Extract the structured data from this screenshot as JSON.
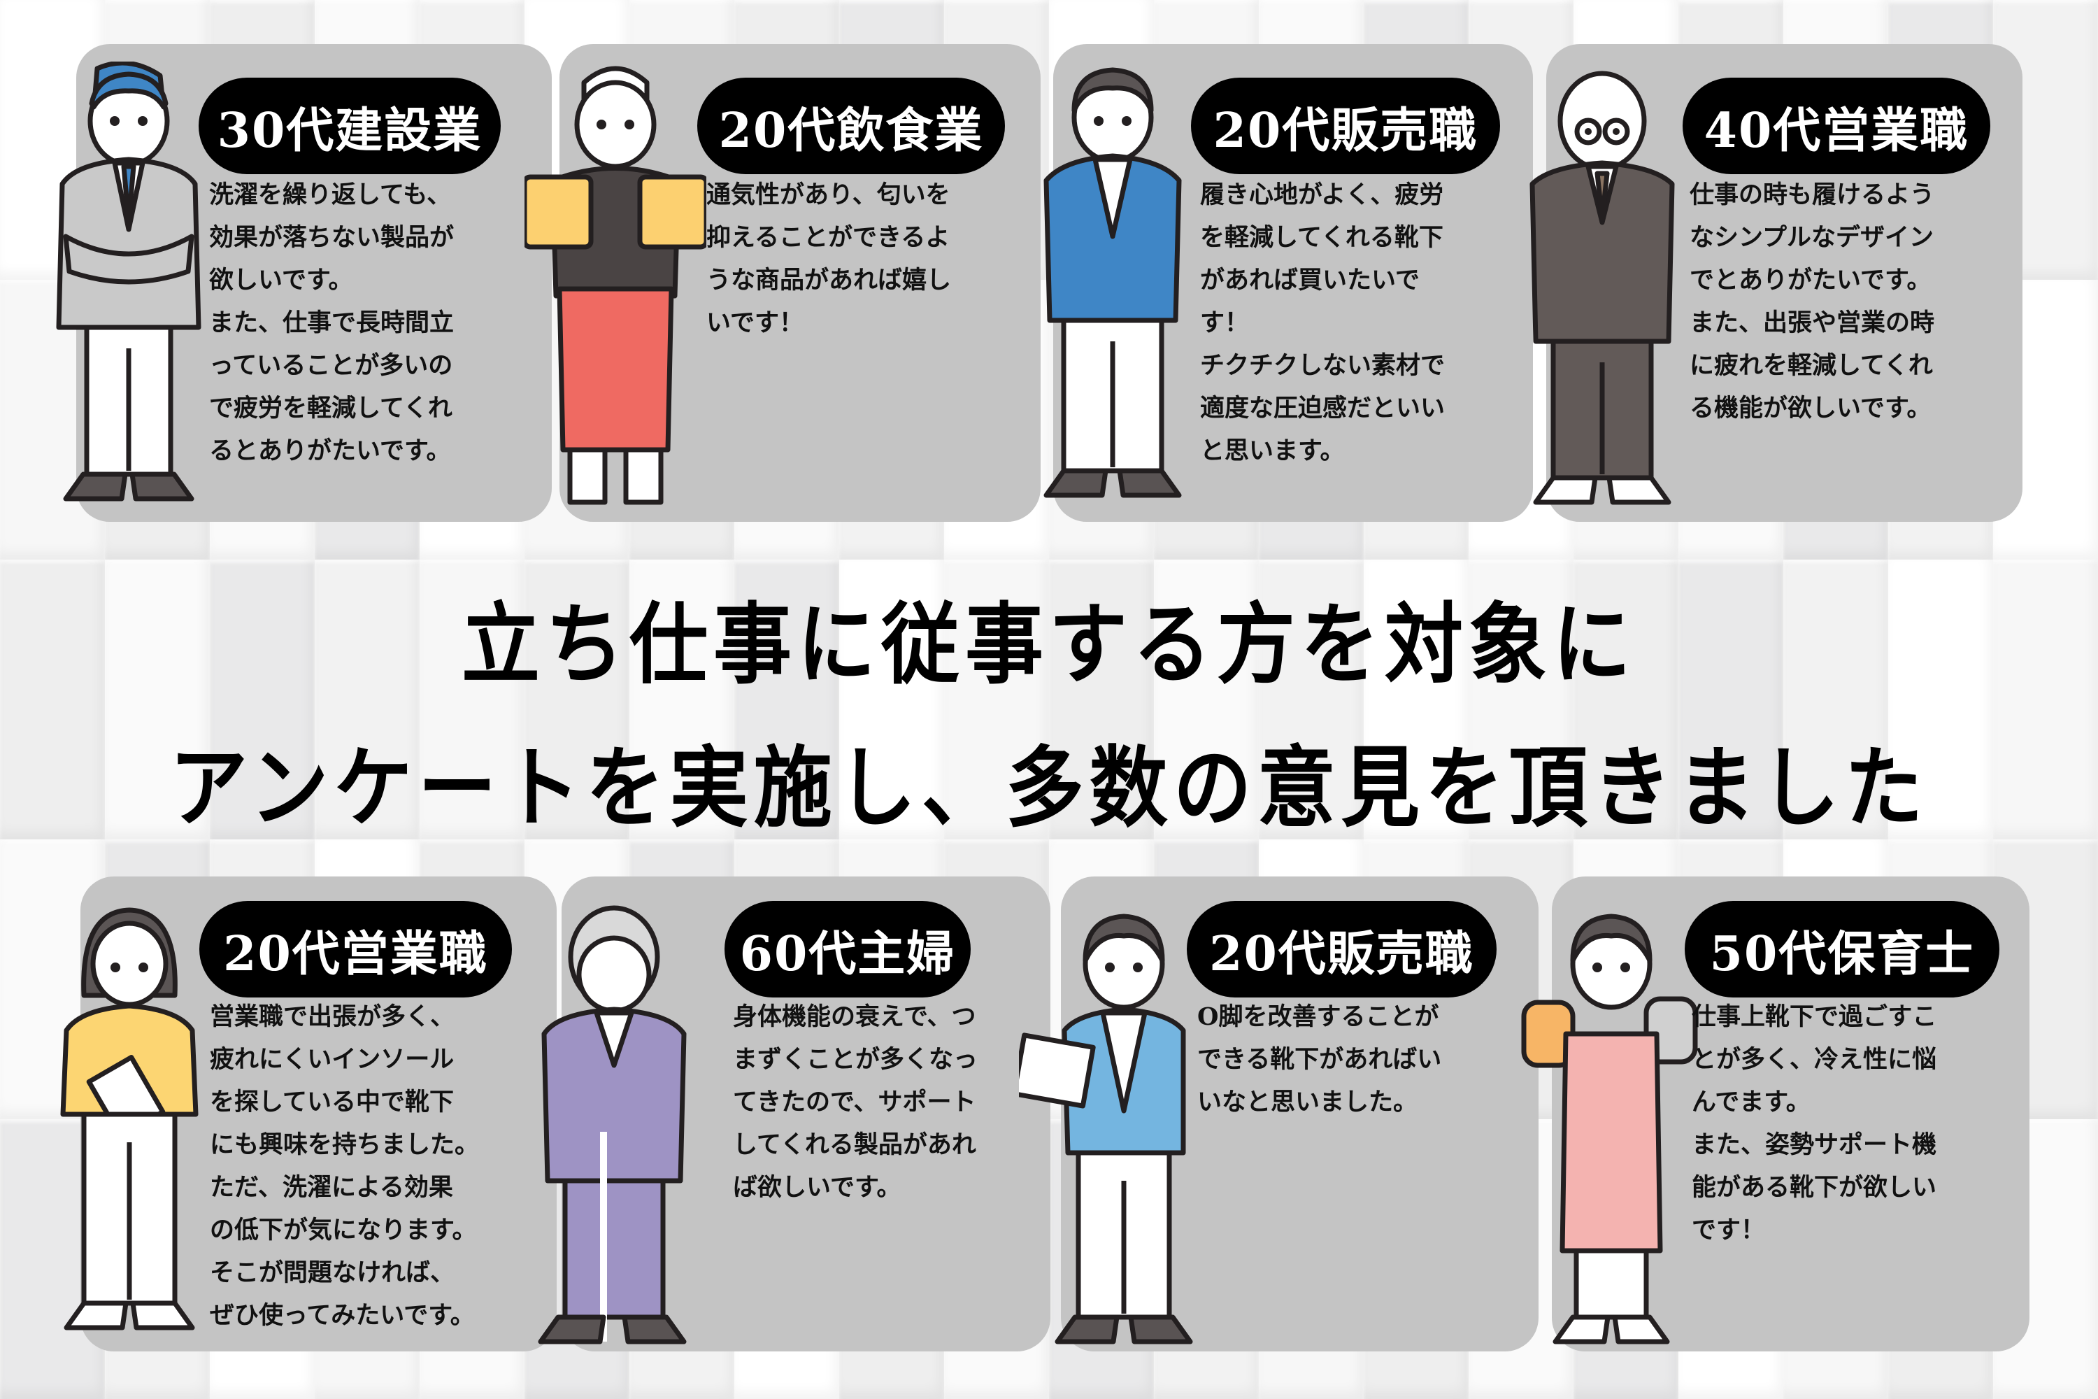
{
  "headline": {
    "line1": "立ち仕事に従事する方を対象に",
    "line2": "アンケートを実施し、多数の意見を頂きました"
  },
  "colors": {
    "card_bg": "#c4c4c4",
    "pill_bg": "#000000",
    "pill_text": "#ffffff",
    "page_bg": "#f3f3f3"
  },
  "cards": [
    {
      "label": "30代建設業",
      "figure": "man-work-jacket-blue-hair",
      "comment": "洗濯を繰り返しても、\n効果が落ちない製品が\n欲しいです。\nまた、仕事で長時間立\nっていることが多いの\nで疲労を軽減してくれ\nるとありがたいです。"
    },
    {
      "label": "20代飲食業",
      "figure": "server-holding-beer-mugs",
      "comment": "通気性があり、匂いを\n抑えることができるよ\nうな商品があれば嬉し\nいです！"
    },
    {
      "label": "20代販売職",
      "figure": "man-blue-blazer-arms-crossed",
      "comment": "履き心地がよく、疲労\nを軽減してくれる靴下\nがあれば買いたいで\nす！\nチクチクしない素材で\n適度な圧迫感だといい\nと思います。"
    },
    {
      "label": "40代営業職",
      "figure": "older-man-brown-suit-glasses",
      "comment": "仕事の時も履けるよう\nなシンプルなデザイン\nでとありがたいです。\nまた、出張や営業の時\nに疲れを軽減してくれ\nる機能が欲しいです。"
    },
    {
      "label": "20代営業職",
      "figure": "woman-yellow-sweater-holding-tablet",
      "comment": "営業職で出張が多く、\n疲れにくいインソール\nを探している中で靴下\nにも興味を持ちました。\nただ、洗濯による効果\nの低下が気になります。\nそこが問題なければ、\nぜひ使ってみたいです。"
    },
    {
      "label": "60代主婦",
      "figure": "elderly-woman-purple-suit-cane",
      "comment": "身体機能の衰えで、つ\nまずくことが多くなっ\nてきたので、サポート\nしてくれる製品があれ\nば欲しいです。"
    },
    {
      "label": "20代販売職",
      "figure": "woman-light-blue-cardigan-tablet",
      "comment": "O脚を改善することが\nできる靴下があればい\nいなと思いました。"
    },
    {
      "label": "50代保育士",
      "figure": "woman-pink-apron-hand-puppets",
      "comment": "仕事上靴下で過ごすこ\nとが多く、冷え性に悩\nんでます。\nまた、姿勢サポート機\n能がある靴下が欲しい\nです！"
    }
  ]
}
